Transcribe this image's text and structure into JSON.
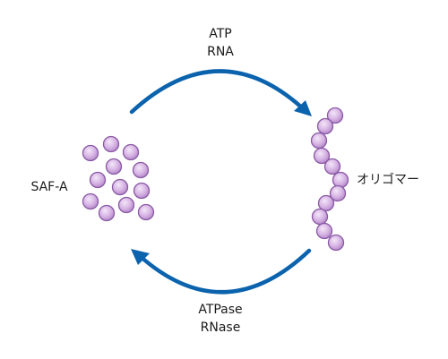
{
  "labels": {
    "forward_top": "ATP",
    "forward_bottom": "RNA",
    "reverse_top": "ATPase",
    "reverse_bottom": "RNase",
    "left_state": "SAF-A",
    "right_state": "オリゴマー"
  },
  "colors": {
    "arrow": "#0b63ad",
    "bead_fill": "#d8b8e6",
    "bead_stroke": "#8a5aa5",
    "text": "#1a1a1a"
  }
}
